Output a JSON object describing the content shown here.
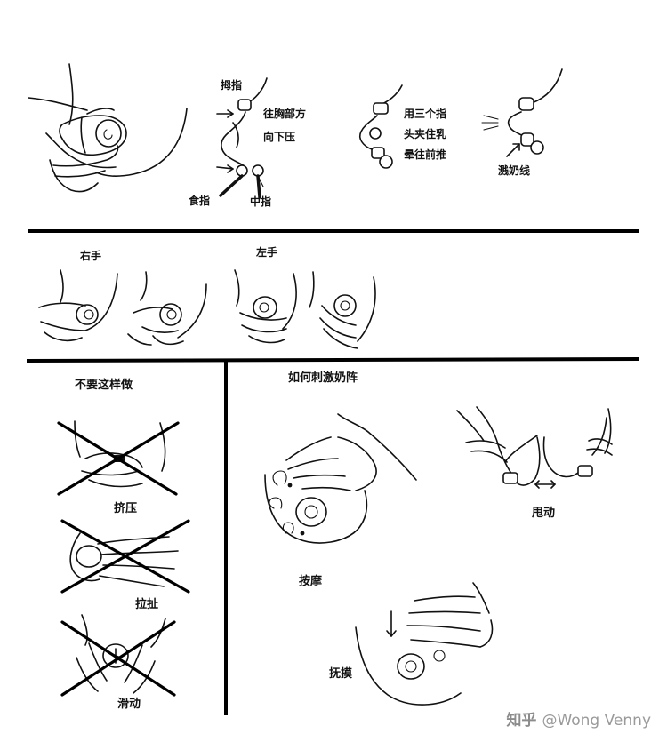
{
  "panels": {
    "hand_position": {
      "labels": {
        "thumb": "拇指",
        "press_toward_chest": "往胸部方",
        "press_down": "向下压",
        "index_finger": "食指",
        "middle_finger": "中指",
        "three_fingers_1": "用三个指",
        "three_fingers_2": "头夹住乳",
        "three_fingers_3": "晕往前推",
        "milk_line": "溅奶线"
      }
    },
    "hands": {
      "right_hand": "右手",
      "left_hand": "左手"
    },
    "dont_do": {
      "title": "不要这样做",
      "squeeze": "挤压",
      "pull": "拉扯",
      "slide": "滑动"
    },
    "stimulate": {
      "title": "如何刺激奶阵",
      "massage": "按摩",
      "shake": "甩动",
      "stroke": "抚摸"
    }
  },
  "watermark": {
    "brand": "知乎",
    "handle": "@Wong Venny"
  }
}
